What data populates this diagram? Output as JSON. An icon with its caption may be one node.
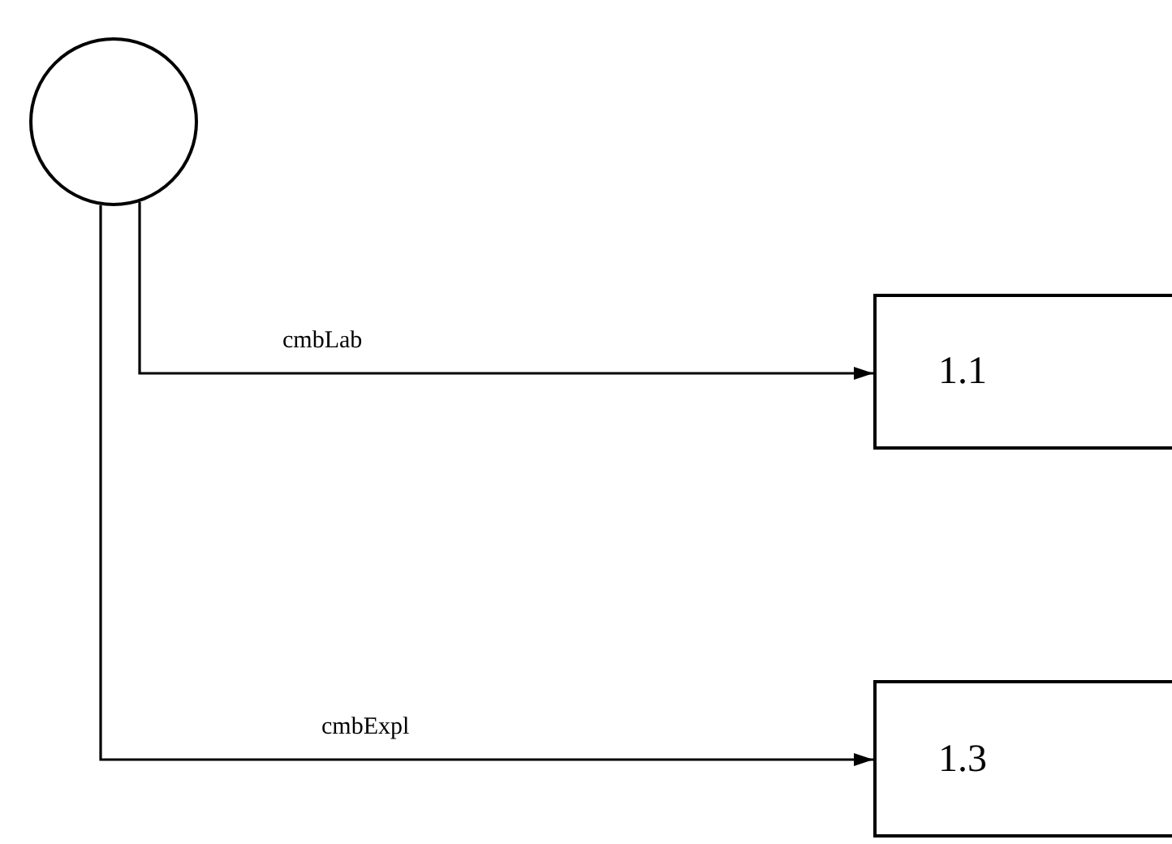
{
  "diagram": {
    "nodes": [
      {
        "text": [],
        "shape": "circle"
      },
      {
        "text": [
          "1.1"
        ]
      },
      {
        "text": [
          "1.3"
        ]
      }
    ],
    "edges": [
      {
        "from": 0,
        "to": 1,
        "arrow": "to",
        "label": "cmbLab"
      },
      {
        "from": 0,
        "to": 2,
        "arrow": "to",
        "label": "cmbExpl"
      }
    ]
  }
}
